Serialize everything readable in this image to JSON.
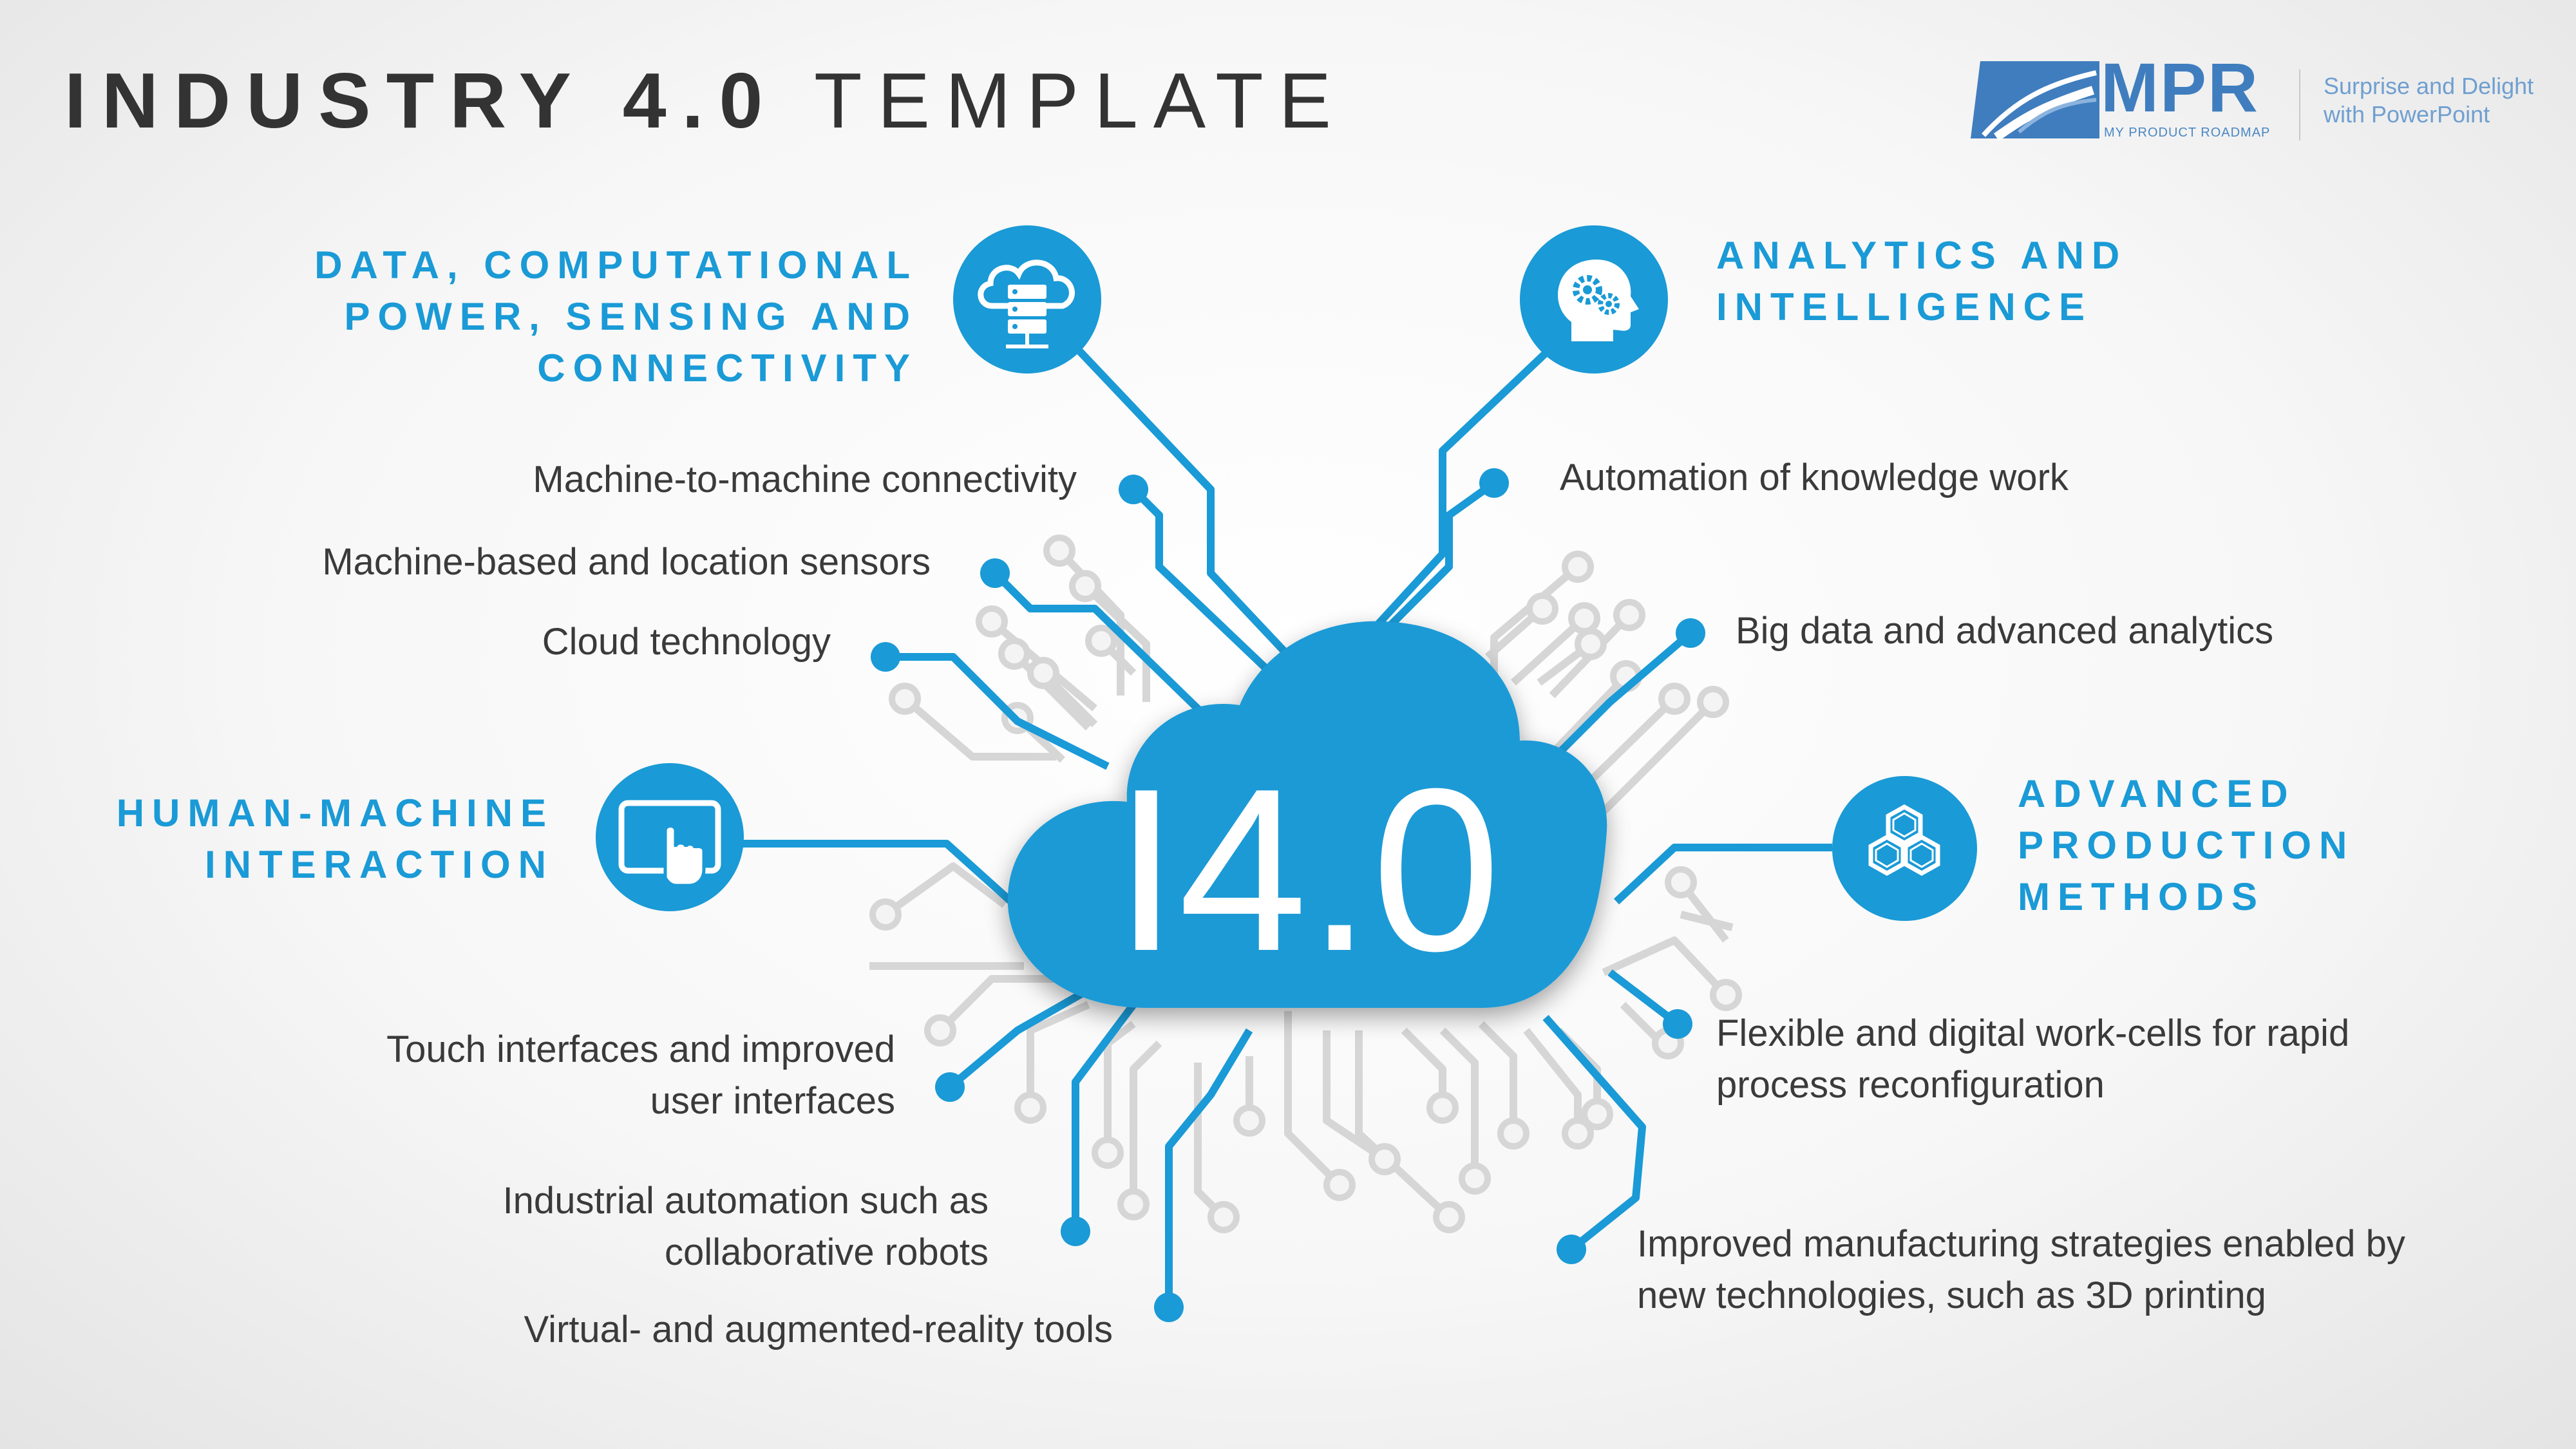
{
  "title": {
    "bold": "INDUSTRY 4.0",
    "light": "TEMPLATE"
  },
  "logo": {
    "brand": "MPR",
    "sub": "MY PRODUCT ROADMAP",
    "tagline_1": "Surprise and Delight",
    "tagline_2": "with PowerPoint"
  },
  "center": {
    "label": "I4.0"
  },
  "colors": {
    "accent": "#1a9ad6",
    "trace": "#d8d8d8",
    "text": "#3a3a3a"
  },
  "categories": [
    {
      "id": "data",
      "lines": [
        "DATA, COMPUTATIONAL",
        "POWER, SENSING AND",
        "CONNECTIVITY"
      ],
      "icon": "cloud-server-icon",
      "items": [
        {
          "lines": [
            "Machine-to-machine connectivity"
          ]
        },
        {
          "lines": [
            "Machine-based and location sensors"
          ]
        },
        {
          "lines": [
            "Cloud technology"
          ]
        }
      ]
    },
    {
      "id": "analytics",
      "lines": [
        "ANALYTICS AND",
        "INTELLIGENCE"
      ],
      "icon": "head-gears-icon",
      "items": [
        {
          "lines": [
            "Automation of knowledge work"
          ]
        },
        {
          "lines": [
            "Big data and advanced analytics"
          ]
        }
      ]
    },
    {
      "id": "hmi",
      "lines": [
        "HUMAN-MACHINE",
        "INTERACTION"
      ],
      "icon": "touch-tablet-icon",
      "items": [
        {
          "lines": [
            "Touch interfaces and improved",
            "user interfaces"
          ]
        },
        {
          "lines": [
            "Industrial automation such as",
            "collaborative robots"
          ]
        },
        {
          "lines": [
            "Virtual- and augmented-reality tools"
          ]
        }
      ]
    },
    {
      "id": "production",
      "lines": [
        "ADVANCED",
        "PRODUCTION",
        "METHODS"
      ],
      "icon": "hexagon-molecule-icon",
      "items": [
        {
          "lines": [
            "Flexible and digital work-cells for rapid",
            "process reconfiguration"
          ]
        },
        {
          "lines": [
            "Improved manufacturing strategies enabled by",
            "new technologies, such as 3D printing"
          ]
        }
      ]
    }
  ]
}
